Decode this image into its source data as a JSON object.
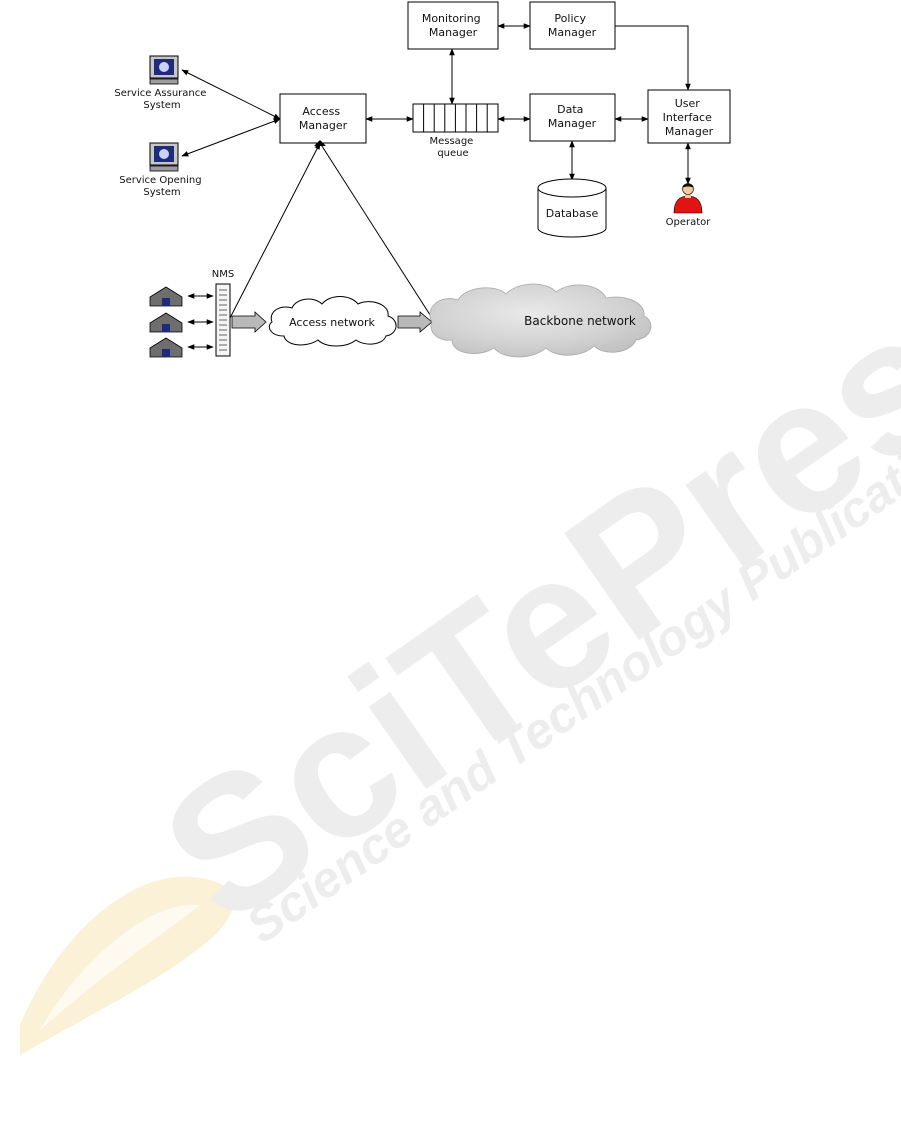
{
  "diagram": {
    "nodes": {
      "monitoring_manager": [
        "Monitoring",
        "Manager"
      ],
      "policy_manager": [
        "Policy",
        "Manager"
      ],
      "access_manager": [
        "Access",
        "Manager"
      ],
      "data_manager": [
        "Data",
        "Manager"
      ],
      "ui_manager": [
        "User",
        "Interface",
        "Manager"
      ],
      "message_queue": [
        "Message",
        "queue"
      ],
      "database": "Database",
      "operator": "Operator",
      "service_assurance": [
        "Service Assurance",
        "System"
      ],
      "service_opening": [
        "Service Opening",
        "System"
      ],
      "nms": "NMS",
      "access_network": "Access network",
      "backbone_network": "Backbone network"
    }
  },
  "watermark": {
    "brand": "SciTePress",
    "tagline": "Science and Technology Publications",
    "colors": {
      "text": "#ececec",
      "swoosh": "#fbf1d6"
    }
  },
  "colors": {
    "line": "#000000",
    "monitor_screen": "#1f2b7a",
    "operator_body": "#e01414",
    "house": "#6e6e6e",
    "cloud": "#d7d7d7",
    "arrow_fill": "#b9b9b9"
  }
}
